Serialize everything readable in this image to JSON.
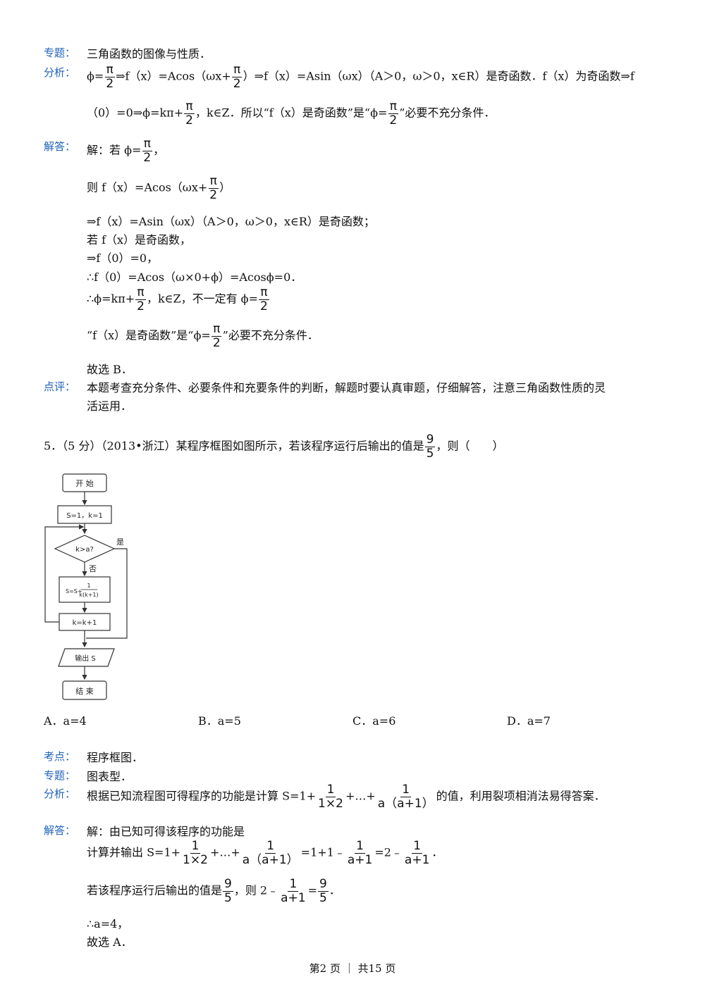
{
  "labels": {
    "zhuanti": "专题：",
    "fenxi": "分析：",
    "jieda": "解答：",
    "dianping": "点评：",
    "kaodian": "考点："
  },
  "q4": {
    "zhuanti": "三角函数的图像与性质．",
    "fenxi_l1_a": "ϕ=",
    "pi": "π",
    "two": "2",
    "fenxi_l1_b": "⇒f（x）=Acos（ωx+",
    "fenxi_l1_c": "）⇒f（x）=Asin（ωx）（A＞0，ω＞0，x∈R）是奇函数．f（x）为奇函数⇒f",
    "fenxi_l2_a": "（0）=0⇒ϕ=kπ+",
    "fenxi_l2_b": "，k∈Z．所以“f（x）是奇函数”是“ϕ=",
    "fenxi_l2_c": "”必要不充分条件．",
    "jieda_1": "解：若 ϕ=",
    "jieda_1b": "，",
    "jieda_2": "则 f（x）=Acos（ωx+",
    "jieda_2b": "）",
    "jieda_3": "⇒f（x）=Asin（ωx）（A＞0，ω＞0，x∈R）是奇函数；",
    "jieda_4": "若 f（x）是奇函数，",
    "jieda_5": "⇒f（0）=0，",
    "jieda_6": "∴f（0）=Acos（ω×0+ϕ）=Acosϕ=0．",
    "jieda_7a": "∴ϕ=kπ+",
    "jieda_7b": "，k∈Z，不一定有 ϕ=",
    "jieda_8a": "“f（x）是奇函数”是“ϕ=",
    "jieda_8b": "”必要不充分条件．",
    "jieda_9": "故选 B．",
    "dianping_1": "本题考查充分条件、必要条件和充要条件的判断，解题时要认真审题，仔细解答，注意三角函数性质的灵",
    "dianping_2": "活运用．"
  },
  "q5": {
    "stem_a": "5．（5 分）（2013•浙江）某程序框图如图所示，若该程序运行后输出的值是",
    "stem_b": "，则（　　）",
    "nine": "9",
    "five": "5",
    "flow": {
      "start": "开 始",
      "init": "S=1，k=1",
      "cond": "k>a?",
      "yes": "是",
      "no": "否",
      "s_prefix": "S=S+",
      "s_num": "1",
      "s_den": "k(k+1)",
      "inc": "k=k+1",
      "out": "输出 S",
      "end": "结 束"
    },
    "options": [
      "A．a=4",
      "B．a=5",
      "C．a=6",
      "D．a=7"
    ],
    "kaodian": "程序框图．",
    "zhuanti": "图表型．",
    "fenxi_a": "根据已知流程图可得程序的功能是计算 S=1+",
    "one": "1",
    "den1": "1×2",
    "dots": "+…+",
    "den2": "a（a+1）",
    "fenxi_b": "的值，利用裂项相消法易得答案．",
    "jieda_1": "解：由已知可得该程序的功能是",
    "jieda_2a": "计算并输出 S=1+",
    "jieda_2b": "=1+1﹣",
    "den3": "a+1",
    "jieda_2c": "=2﹣",
    "jieda_2d": "．",
    "jieda_3a": "若该程序运行后输出的值是",
    "jieda_3b": "，则 2﹣",
    "eq": "=",
    "period": "．",
    "jieda_4": "∴a=4，",
    "jieda_5": "故选 A．"
  },
  "footer": "第2 页 ｜ 共15 页"
}
